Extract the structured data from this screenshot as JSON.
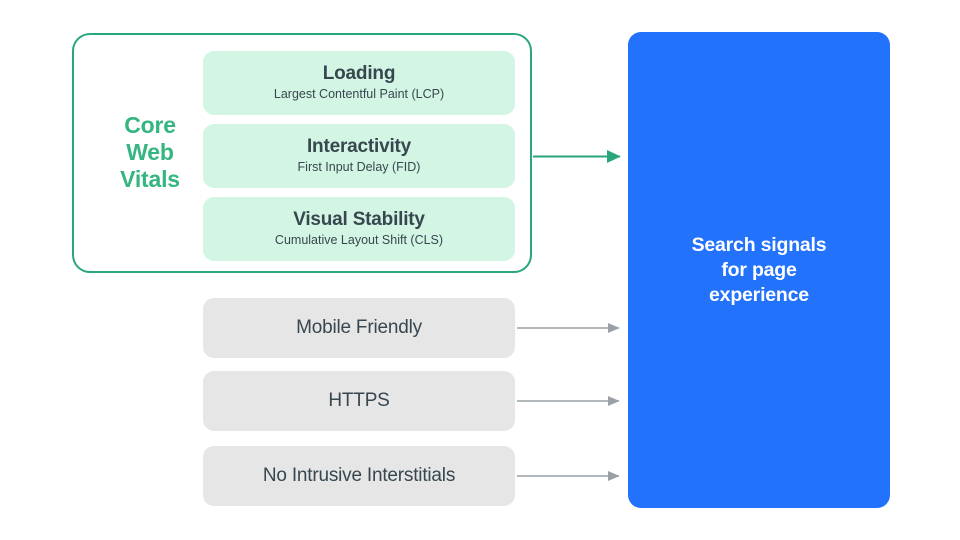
{
  "diagram": {
    "title": "Search signals for page experience",
    "colors": {
      "green_accent": "#35B57F",
      "green_outline": "#2AA67F",
      "green_card_bg": "#D3F5E3",
      "gray_box_bg": "#E6E6E6",
      "blue_panel": "#2272FB",
      "text_dark": "#37474F",
      "arrow_gray": "#9AA0A6",
      "arrow_green": "#2AA67F",
      "background": "#FFFFFF"
    }
  },
  "core_web_vitals": {
    "group_label": "Core\nWeb\nVitals",
    "group_label_lines": [
      "Core",
      "Web",
      "Vitals"
    ],
    "cards": [
      {
        "title": "Loading",
        "subtitle": "Largest Contentful Paint (LCP)",
        "metric_abbr": "LCP"
      },
      {
        "title": "Interactivity",
        "subtitle": "First Input Delay (FID)",
        "metric_abbr": "FID"
      },
      {
        "title": "Visual Stability",
        "subtitle": "Cumulative Layout Shift (CLS)",
        "metric_abbr": "CLS"
      }
    ]
  },
  "other_signals": [
    {
      "label": "Mobile Friendly"
    },
    {
      "label": "HTTPS"
    },
    {
      "label": "No Intrusive Interstitials"
    }
  ],
  "outcome": {
    "label": "Search signals\nfor page\nexperience"
  }
}
